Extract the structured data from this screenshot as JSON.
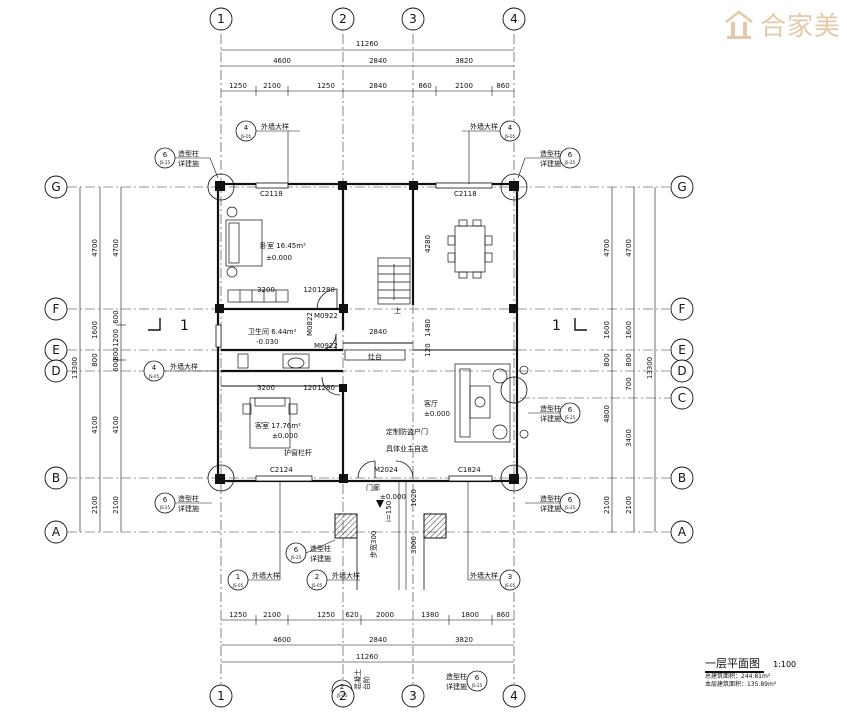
{
  "brand": {
    "name": "合家美"
  },
  "drawing": {
    "title": "一层平面图",
    "scale": "1:100",
    "total_area": "总建筑面积：244.81m²",
    "floor_area": "本层建筑面积：135.89m²"
  },
  "axes": {
    "vertical": [
      "1",
      "2",
      "3",
      "4"
    ],
    "horizontal": [
      "G",
      "F",
      "E",
      "D",
      "C",
      "B",
      "A"
    ]
  },
  "dims": {
    "top_total": "11260",
    "top_mid": [
      "4600",
      "2840",
      "3820"
    ],
    "top_detail": [
      "1250",
      "2100",
      "1250",
      "2840",
      "860",
      "2100",
      "860"
    ],
    "bottom_detail": [
      "1250",
      "2100",
      "1250",
      "620",
      "2000",
      "1380",
      "1800",
      "860"
    ],
    "bottom_mid": [
      "4600",
      "2840",
      "3820"
    ],
    "bottom_total": "11260",
    "left_total": "13300",
    "left_outer": [
      "4700",
      "1600",
      "800",
      "4100",
      "2100"
    ],
    "left_inner": [
      "4700",
      "600",
      "1200",
      "800",
      "600",
      "4100",
      "2100"
    ],
    "right_total": "13300",
    "right_outer": [
      "4700",
      "1600",
      "800",
      "700",
      "3400",
      "2100"
    ],
    "right_inner": [
      "4700",
      "1600",
      "800",
      "4800",
      "2100"
    ],
    "inner": [
      "3200",
      "120",
      "1280",
      "3200",
      "120",
      "1280",
      "2840",
      "4280",
      "1480",
      "120",
      "1620",
      "3000"
    ]
  },
  "rooms": {
    "bedroom": "卧室 16.45m²",
    "bedroom_level": "±0.000",
    "bath": "卫生间 6.44m²",
    "bath_level": "-0.030",
    "guest": "客室 17.76m²",
    "guest_level": "±0.000",
    "living": "客厅",
    "living_level": "±0.000",
    "foyer": "门廊",
    "foyer_level": "±0.000",
    "stair_label": "上",
    "stove": "灶台"
  },
  "labels": {
    "wall_detail": "外墙大样",
    "column_detail_a": "造型柱",
    "column_detail_b": "详建施",
    "railing": "护窗栏杆",
    "door_note_a": "定制防盗户门",
    "door_note_b": "具体业主自选",
    "step_note": "步宽300",
    "slope": "i=150",
    "concrete": "混凝土",
    "concrete_b": "台阶",
    "section": "1",
    "ref_code": "JS-25",
    "ref_code2": "JS-05",
    "ref_num6": "6",
    "ref_num4": "4",
    "ref_num1": "1",
    "ref_num2": "2",
    "ref_num3": "3"
  },
  "openings": {
    "window_top_left": "C2118",
    "window_top_right": "C2118",
    "window_bottom_left": "C2124",
    "window_bottom_right": "C1824",
    "door_bath": "M0922",
    "door_guest": "M0922",
    "door_bed": "M0822",
    "door_main": "M2024"
  }
}
